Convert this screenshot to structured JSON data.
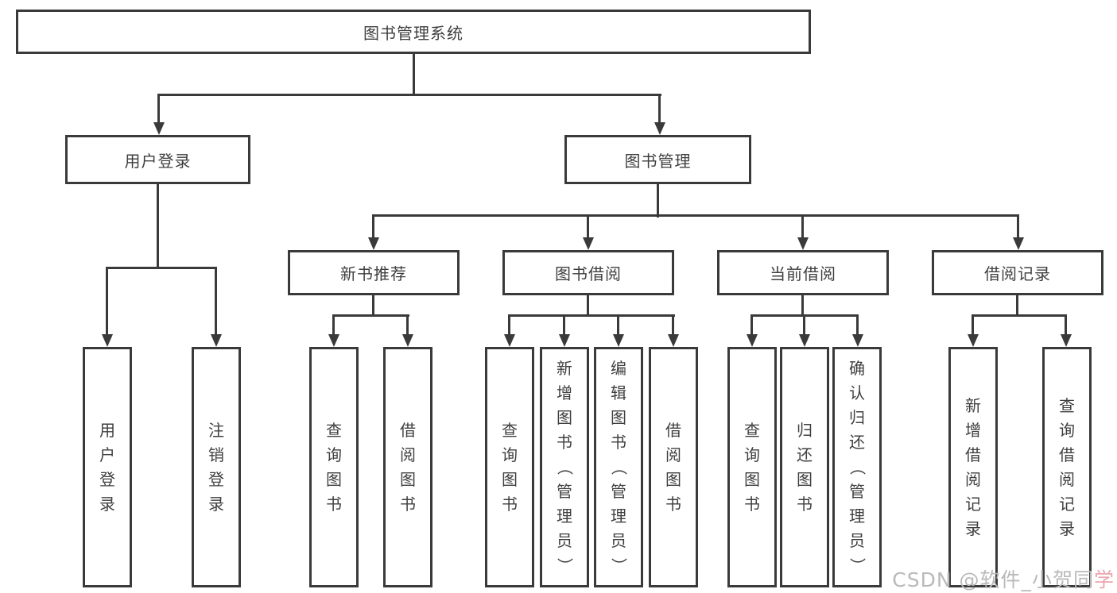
{
  "diagram_title": "图书管理系统",
  "tree": {
    "root": "图书管理系统",
    "children": [
      {
        "label": "用户登录",
        "children": [
          {
            "label": "用户登录"
          },
          {
            "label": "注销登录"
          }
        ]
      },
      {
        "label": "图书管理",
        "children": [
          {
            "label": "新书推荐",
            "children": [
              {
                "label": "查询图书"
              },
              {
                "label": "借阅图书"
              }
            ]
          },
          {
            "label": "图书借阅",
            "children": [
              {
                "label": "查询图书"
              },
              {
                "label": "新增图书（管理员）"
              },
              {
                "label": "编辑图书（管理员）"
              },
              {
                "label": "借阅图书"
              }
            ]
          },
          {
            "label": "当前借阅",
            "children": [
              {
                "label": "查询图书"
              },
              {
                "label": "归还图书"
              },
              {
                "label": "确认归还（管理员）"
              }
            ]
          },
          {
            "label": "借阅记录",
            "children": [
              {
                "label": "新增借阅记录"
              },
              {
                "label": "查询借阅记录"
              }
            ]
          }
        ]
      }
    ]
  },
  "watermark": {
    "prefix": "CSDN @软件_小贺同",
    "suffix": "学"
  },
  "colors": {
    "line": "#3a3a3a",
    "text": "#3f3f3f",
    "background": "#ffffff",
    "watermark_gray": "#b9b9b9",
    "watermark_pink": "#eba6ae"
  }
}
